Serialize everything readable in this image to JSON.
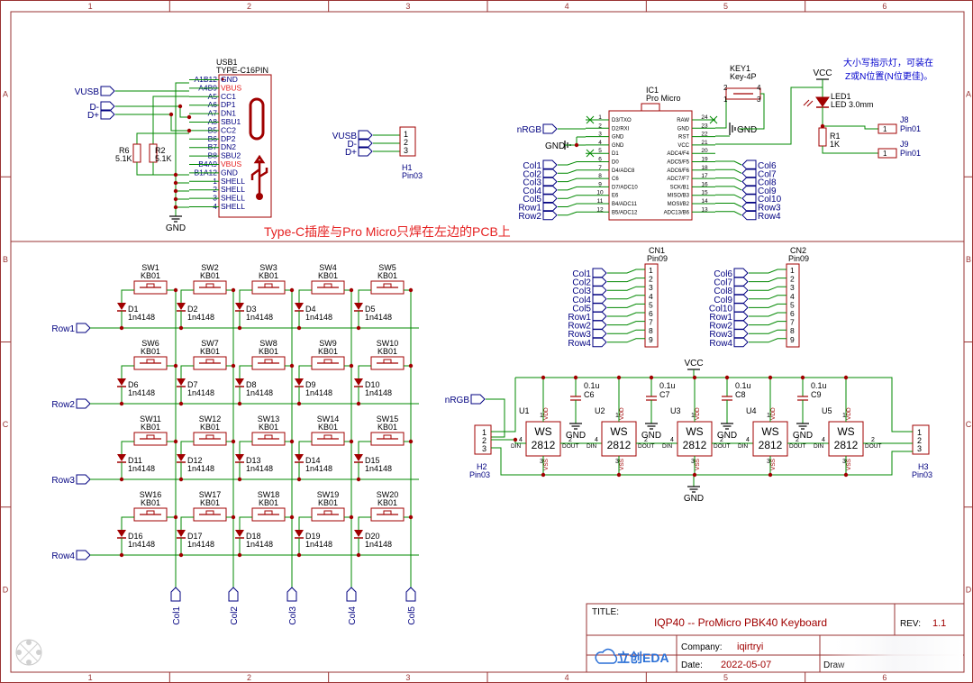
{
  "frame": {
    "col_numbers": [
      "1",
      "2",
      "3",
      "4",
      "5",
      "6"
    ],
    "row_letters": [
      "A",
      "B",
      "C",
      "D"
    ],
    "colors": {
      "border": "#993333",
      "wire": "#008800",
      "label": "#000080",
      "part": "#a00000",
      "net": "#000080",
      "note": "#e52020"
    }
  },
  "usb": {
    "ref": "USB1",
    "value": "TYPE-C16PIN",
    "pins_left": [
      "A1B12",
      "A4B9",
      "A5",
      "A6",
      "A7",
      "A8",
      "B5",
      "B6",
      "B7",
      "B8",
      "B4A9",
      "B1A12",
      "1",
      "2",
      "3",
      "4"
    ],
    "pins_right": [
      "GND",
      "VBUS",
      "CC1",
      "DP1",
      "DN1",
      "SBU1",
      "CC2",
      "DP2",
      "DN2",
      "SBU2",
      "VBUS",
      "GND",
      "SHELL",
      "SHELL",
      "SHELL",
      "SHELL"
    ],
    "ports": [
      "VUSB",
      "D-",
      "D+"
    ],
    "r6": "R6",
    "r6v": "5.1K",
    "r2": "R2",
    "r2v": "5.1K",
    "gnd": "GND"
  },
  "note": "Type-C插座与Pro Micro只焊在左边的PCB上",
  "h1": {
    "ports": [
      "VUSB",
      "D-",
      "D+"
    ],
    "pins": [
      "1",
      "2",
      "3"
    ],
    "ref": "H1",
    "value": "Pin03"
  },
  "ic1": {
    "ref": "IC1",
    "value": "Pro Micro",
    "left_pins": [
      {
        "num": "1",
        "name": "D3/TXO"
      },
      {
        "num": "2",
        "name": "D2/RXI"
      },
      {
        "num": "3",
        "name": "GND"
      },
      {
        "num": "4",
        "name": "GND"
      },
      {
        "num": "5",
        "name": "D1"
      },
      {
        "num": "6",
        "name": "D0"
      },
      {
        "num": "7",
        "name": "D4/ADC8"
      },
      {
        "num": "8",
        "name": "C6"
      },
      {
        "num": "9",
        "name": "D7/ADC10"
      },
      {
        "num": "10",
        "name": "E6"
      },
      {
        "num": "11",
        "name": "B4/ADC11"
      },
      {
        "num": "12",
        "name": "B5/ADC12"
      }
    ],
    "right_pins": [
      {
        "num": "24",
        "name": "RAW"
      },
      {
        "num": "23",
        "name": "GND"
      },
      {
        "num": "22",
        "name": "RST"
      },
      {
        "num": "21",
        "name": "VCC"
      },
      {
        "num": "20",
        "name": "ADC4/F4"
      },
      {
        "num": "19",
        "name": "ADC5/F5"
      },
      {
        "num": "18",
        "name": "ADC6/F6"
      },
      {
        "num": "17",
        "name": "ADC7/F7"
      },
      {
        "num": "16",
        "name": "SCK/B1"
      },
      {
        "num": "15",
        "name": "MISO/B3"
      },
      {
        "num": "14",
        "name": "MOSI/B2"
      },
      {
        "num": "13",
        "name": "ADC13/B6"
      }
    ],
    "left_ports": [
      "nRGB",
      "GND",
      "Col1",
      "Col2",
      "Col3",
      "Col4",
      "Col5",
      "Row1",
      "Row2"
    ],
    "right_ports": [
      "Col6",
      "Col7",
      "Col8",
      "Col9",
      "Col10",
      "Row3",
      "Row4"
    ],
    "gnd": "GND"
  },
  "key1": {
    "ref": "KEY1",
    "value": "Key-4P",
    "pins": [
      "2",
      "4",
      "1",
      "3"
    ],
    "gnd": "GND"
  },
  "led": {
    "vcc": "VCC",
    "note1": "大小写指示灯，可装在",
    "note2": "Z或N位置(N位更佳)。",
    "ref": "LED1",
    "value": "LED 3.0mm",
    "r": "R1",
    "rv": "1K"
  },
  "j8": {
    "ref": "J8",
    "value": "Pin01",
    "pin": "1"
  },
  "j9": {
    "ref": "J9",
    "value": "Pin01",
    "pin": "1"
  },
  "cn1": {
    "ref": "CN1",
    "value": "Pin09",
    "ports": [
      "Col1",
      "Col2",
      "Col3",
      "Col4",
      "Col5",
      "Row1",
      "Row2",
      "Row3",
      "Row4"
    ],
    "pins": [
      "1",
      "2",
      "3",
      "4",
      "5",
      "6",
      "7",
      "8",
      "9"
    ]
  },
  "cn2": {
    "ref": "CN2",
    "value": "Pin09",
    "ports": [
      "Col6",
      "Col7",
      "Col8",
      "Col9",
      "Col10",
      "Row1",
      "Row2",
      "Row3",
      "Row4"
    ],
    "pins": [
      "1",
      "2",
      "3",
      "4",
      "5",
      "6",
      "7",
      "8",
      "9"
    ]
  },
  "matrix": {
    "switches": [
      "SW1",
      "SW2",
      "SW3",
      "SW4",
      "SW5",
      "SW6",
      "SW7",
      "SW8",
      "SW9",
      "SW10",
      "SW11",
      "SW12",
      "SW13",
      "SW14",
      "SW15",
      "SW16",
      "SW17",
      "SW18",
      "SW19",
      "SW20"
    ],
    "diodes": [
      "D1",
      "D2",
      "D3",
      "D4",
      "D5",
      "D6",
      "D7",
      "D8",
      "D9",
      "D10",
      "D11",
      "D12",
      "D13",
      "D14",
      "D15",
      "D16",
      "D17",
      "D18",
      "D19",
      "D20"
    ],
    "sw_value": "KB01",
    "d_value": "1n4148",
    "rows": [
      "Row1",
      "Row2",
      "Row3",
      "Row4"
    ],
    "cols": [
      "Col1",
      "Col2",
      "Col3",
      "Col4",
      "Col5"
    ]
  },
  "rgb": {
    "vcc": "VCC",
    "gnd": "GND",
    "port": "nRGB",
    "leds": [
      "U1",
      "U2",
      "U3",
      "U4",
      "U5"
    ],
    "chip_l1": "WS",
    "chip_l2": "2812",
    "caps": [
      "C6",
      "C7",
      "C8",
      "C9"
    ],
    "cap_value": "0.1u",
    "pin_din": "DIN",
    "pin_dout": "DOUT",
    "pin_vdd": "VDD",
    "pin_vss": "VSS",
    "pin_nums": [
      "4",
      "2",
      "1",
      "3"
    ],
    "h2": {
      "ref": "H2",
      "value": "Pin03",
      "pins": [
        "1",
        "2",
        "3"
      ]
    },
    "h3": {
      "ref": "H3",
      "value": "Pin03",
      "pins": [
        "1",
        "2",
        "3"
      ]
    }
  },
  "title_block": {
    "title_label": "TITLE:",
    "title": "IQP40 -- ProMicro PBK40 Keyboard",
    "rev_label": "REV:",
    "rev": "1.1",
    "company_label": "Company:",
    "company": "iqirtryi",
    "date_label": "Date:",
    "date": "2022-05-07",
    "drawn_label": "Draw",
    "logo": "立创EDA"
  }
}
